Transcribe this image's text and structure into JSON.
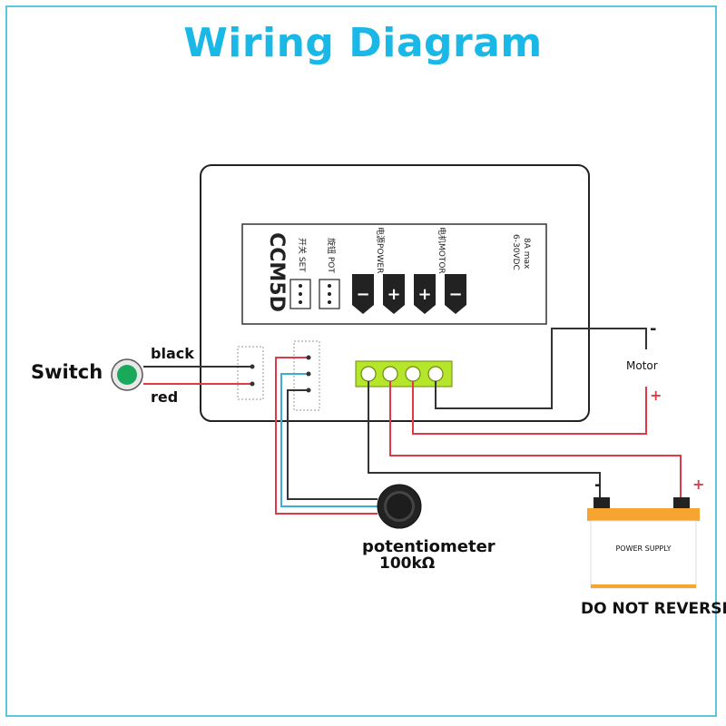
{
  "title": "Wiring Diagram",
  "controller": {
    "model": "CCM5D",
    "label_set": "开关 SET",
    "label_pot": "旋钮 POT",
    "label_power": "电源POWER",
    "label_motor": "电机MOTOR",
    "rating_line1": "6-30VDC",
    "rating_line2": "8A max",
    "terminal_signs": [
      "−",
      "+",
      "+",
      "−"
    ]
  },
  "switch": {
    "label": "Switch",
    "wire_black": "black",
    "wire_red": "red"
  },
  "motor": {
    "label": "Motor",
    "minus": "-",
    "plus": "+"
  },
  "potentiometer": {
    "label": "potentiometer",
    "value": "100kΩ"
  },
  "power_supply": {
    "label": "POWER SUPPLY",
    "warning": "DO NOT REVERSE",
    "minus": "-",
    "plus": "+"
  },
  "colors": {
    "title": "#1ab8e6",
    "frame": "#5cc6e0",
    "wire_red": "#e03a4a",
    "wire_black": "#333333",
    "wire_blue": "#3aaed6",
    "terminal_block": "#b6e62a",
    "switch_green": "#1aa85a",
    "battery_orange": "#f7a531"
  }
}
